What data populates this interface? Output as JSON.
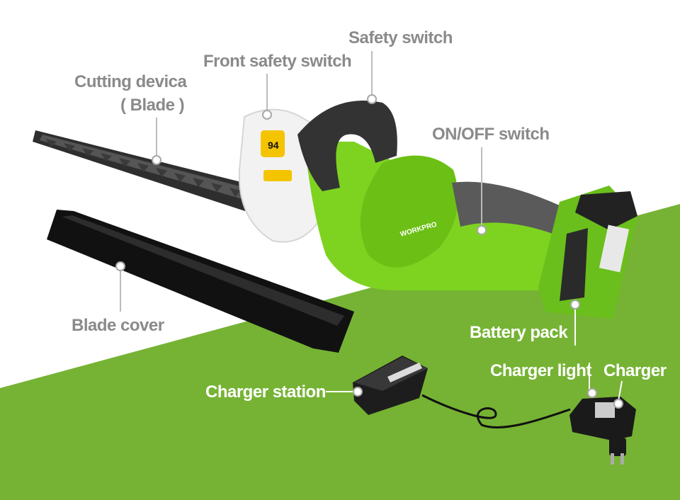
{
  "colors": {
    "background": "#ffffff",
    "green_field": "#76b334",
    "tool_green": "#7ed321",
    "label_gray": "#8a8a8a",
    "label_white": "#ffffff"
  },
  "product": {
    "brand": "WORKPRO",
    "guard_decal": "94"
  },
  "labels": {
    "safety_switch": "Safety switch",
    "front_safety_switch": "Front safety switch",
    "cutting_device_line1": "Cutting devica",
    "cutting_device_line2": "( Blade )",
    "on_off_switch": "ON/OFF switch",
    "blade_cover": "Blade cover",
    "battery_pack": "Battery pack",
    "charger_light": "Charger light",
    "charger": "Charger",
    "charger_station": "Charger station"
  }
}
